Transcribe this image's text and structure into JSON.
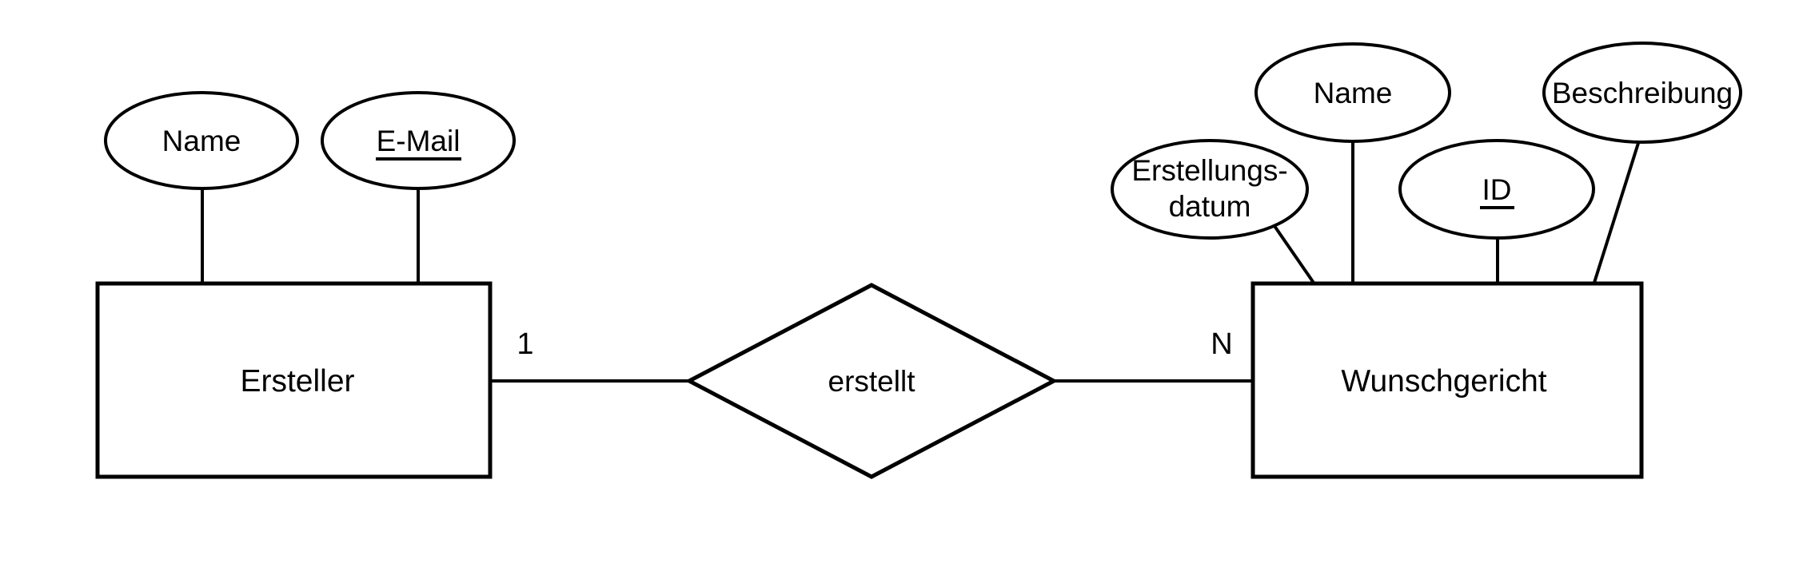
{
  "diagram": {
    "type": "entity-relationship-diagram",
    "colors": {
      "background": "#ffffff",
      "stroke": "#000000",
      "text": "#000000"
    },
    "entities": [
      {
        "label": "Ersteller"
      },
      {
        "label": "Wunschgericht"
      }
    ],
    "relationship": {
      "label": "erstellt",
      "cardinality_left": "1",
      "cardinality_right": "N"
    },
    "attributes": {
      "ersteller": [
        {
          "label": "Name",
          "key": false
        },
        {
          "label": "E-Mail",
          "key": true
        }
      ],
      "wunschgericht": [
        {
          "label": "Erstellungs-datum",
          "line1": "Erstellungs-",
          "line2": "datum",
          "key": false
        },
        {
          "label": "Name",
          "key": false
        },
        {
          "label": "ID",
          "key": true
        },
        {
          "label": "Beschreibung",
          "key": false
        }
      ]
    }
  }
}
